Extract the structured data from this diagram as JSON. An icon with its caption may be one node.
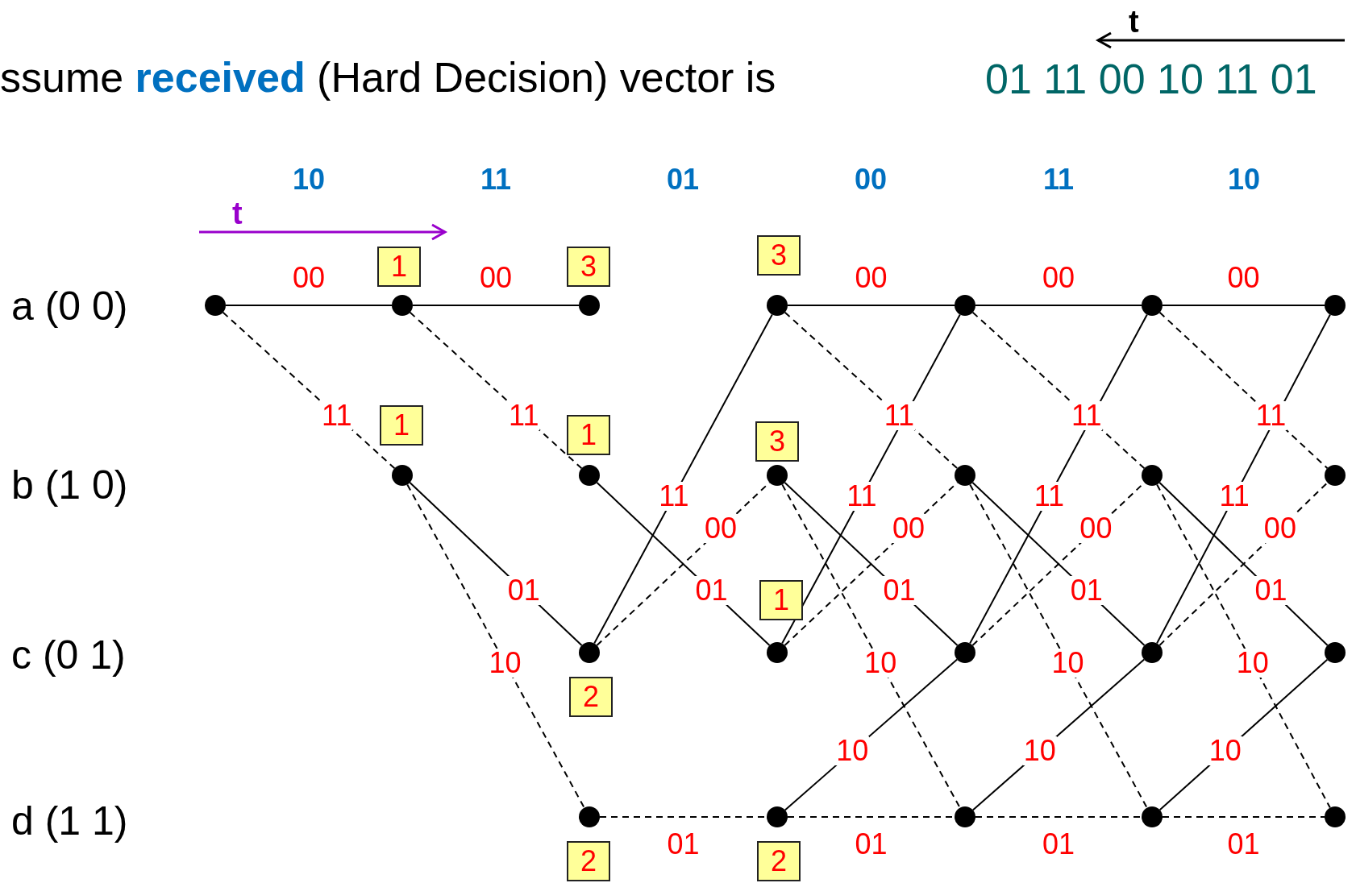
{
  "diagram": {
    "title": "ssume **received** (Hard Decision) vector is",
    "nodes": [
      {
        "text": [],
        "shape": "circle"
      },
      {
        "text": [],
        "shape": "circle"
      },
      {
        "text": [],
        "shape": "circle"
      },
      {
        "text": [],
        "shape": "circle"
      },
      {
        "text": [],
        "shape": "circle"
      },
      {
        "text": [],
        "shape": "circle"
      },
      {
        "text": [],
        "shape": "circle"
      },
      {
        "text": [],
        "shape": "circle"
      },
      {
        "text": [],
        "shape": "circle"
      },
      {
        "text": [],
        "shape": "circle"
      },
      {
        "text": [],
        "shape": "circle"
      },
      {
        "text": [],
        "shape": "circle"
      },
      {
        "text": [],
        "shape": "circle"
      },
      {
        "text": [],
        "shape": "circle"
      },
      {
        "text": [],
        "shape": "circle"
      },
      {
        "text": [],
        "shape": "circle"
      },
      {
        "text": [],
        "shape": "circle"
      },
      {
        "text": [],
        "shape": "circle"
      },
      {
        "text": [],
        "shape": "circle"
      },
      {
        "text": [],
        "shape": "circle"
      },
      {
        "text": [],
        "shape": "circle"
      },
      {
        "text": [],
        "shape": "circle"
      },
      {
        "text": [],
        "shape": "circle"
      },
      {
        "text": [
          "1"
        ]
      },
      {
        "text": [
          "1"
        ]
      },
      {
        "text": [
          "3"
        ]
      },
      {
        "text": [
          "1"
        ]
      },
      {
        "text": [
          "2"
        ]
      },
      {
        "text": [
          "2"
        ]
      },
      {
        "text": [
          "3"
        ]
      },
      {
        "text": [
          "3"
        ]
      },
      {
        "text": [
          "1"
        ]
      },
      {
        "text": [
          "2"
        ]
      }
    ],
    "edges": [
      {
        "from": 0,
        "to": 1,
        "arrow": "none",
        "label": "00"
      },
      {
        "from": 0,
        "to": 2,
        "arrow": "none",
        "label": "11",
        "style": "dashed"
      },
      {
        "from": 1,
        "to": 3,
        "arrow": "none",
        "label": "00"
      },
      {
        "from": 1,
        "to": 4,
        "arrow": "none",
        "label": "11",
        "style": "dashed"
      },
      {
        "from": 2,
        "to": 5,
        "arrow": "none",
        "label": "01"
      },
      {
        "from": 2,
        "to": 6,
        "arrow": "none",
        "label": "10",
        "style": "dashed"
      },
      {
        "from": 4,
        "to": 9,
        "arrow": "none",
        "label": "01"
      },
      {
        "from": 5,
        "to": 7,
        "arrow": "none",
        "label": "11"
      },
      {
        "from": 5,
        "to": 8,
        "arrow": "none",
        "label": "00",
        "style": "dashed"
      },
      {
        "from": 6,
        "to": 10,
        "arrow": "none",
        "label": "01",
        "style": "dashed"
      },
      {
        "from": 7,
        "to": 11,
        "arrow": "none",
        "label": "00"
      },
      {
        "from": 7,
        "to": 12,
        "arrow": "none",
        "label": "11",
        "style": "dashed"
      },
      {
        "from": 8,
        "to": 13,
        "arrow": "none",
        "label": "01"
      },
      {
        "from": 8,
        "to": 14,
        "arrow": "none",
        "label": "10",
        "style": "dashed"
      },
      {
        "from": 9,
        "to": 11,
        "arrow": "none",
        "label": "11"
      },
      {
        "from": 9,
        "to": 12,
        "arrow": "none",
        "label": "00",
        "style": "dashed"
      },
      {
        "from": 10,
        "to": 13,
        "arrow": "none",
        "label": "10"
      },
      {
        "from": 10,
        "to": 14,
        "arrow": "none",
        "label": "01",
        "style": "dashed"
      },
      {
        "from": 11,
        "to": 15,
        "arrow": "none",
        "label": "00"
      },
      {
        "from": 11,
        "to": 16,
        "arrow": "none",
        "label": "11",
        "style": "dashed"
      },
      {
        "from": 12,
        "to": 17,
        "arrow": "none",
        "label": "01"
      },
      {
        "from": 12,
        "to": 18,
        "arrow": "none",
        "label": "10",
        "style": "dashed"
      },
      {
        "from": 13,
        "to": 15,
        "arrow": "none",
        "label": "11"
      },
      {
        "from": 13,
        "to": 16,
        "arrow": "none",
        "label": "00",
        "style": "dashed"
      },
      {
        "from": 14,
        "to": 17,
        "arrow": "none",
        "label": "10"
      },
      {
        "from": 14,
        "to": 18,
        "arrow": "none",
        "label": "01",
        "style": "dashed"
      },
      {
        "from": 15,
        "to": 19,
        "arrow": "none",
        "label": "00"
      },
      {
        "from": 15,
        "to": 20,
        "arrow": "none",
        "label": "11",
        "style": "dashed"
      },
      {
        "from": 16,
        "to": 21,
        "arrow": "none",
        "label": "01"
      },
      {
        "from": 16,
        "to": 22,
        "arrow": "none",
        "label": "10",
        "style": "dashed"
      },
      {
        "from": 17,
        "to": 19,
        "arrow": "none",
        "label": "11"
      },
      {
        "from": 17,
        "to": 20,
        "arrow": "none",
        "label": "00",
        "style": "dashed"
      },
      {
        "from": 18,
        "to": 21,
        "arrow": "none",
        "label": "10"
      },
      {
        "from": 18,
        "to": 22,
        "arrow": "none",
        "label": "01",
        "style": "dashed"
      }
    ],
    "labels": [
      "t",
      "01 11 00 10 11 01",
      "10",
      "11",
      "01",
      "00",
      "11",
      "10",
      "t",
      "a (0 0)",
      "b (1 0)",
      "c (0 1)",
      "d (1 1)"
    ]
  }
}
